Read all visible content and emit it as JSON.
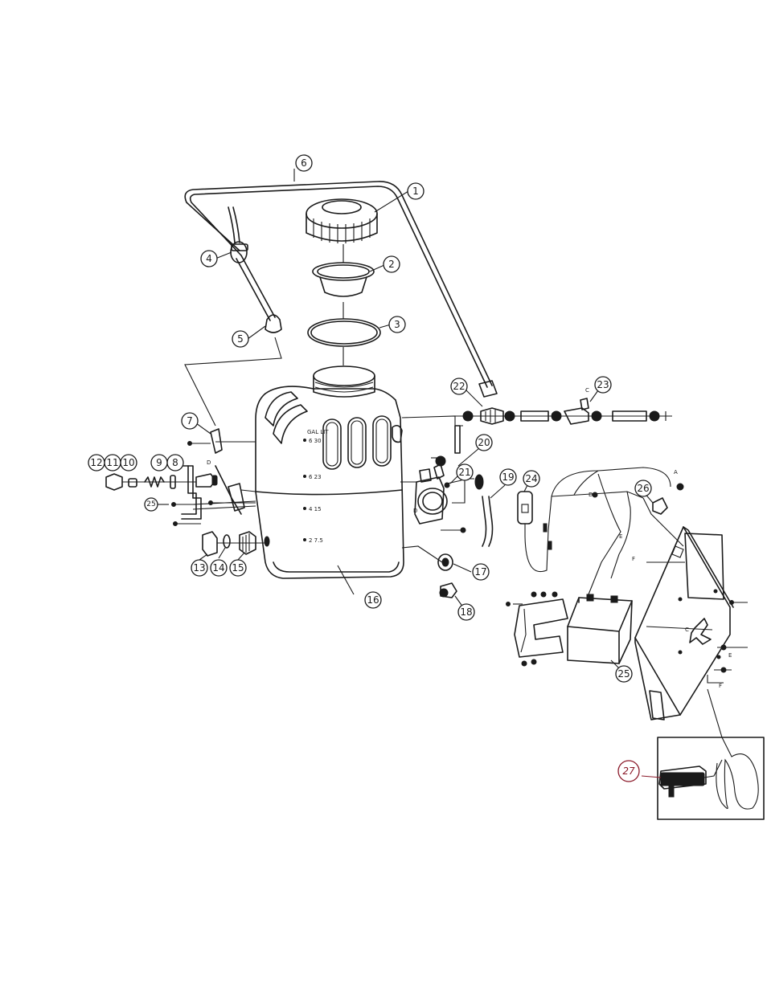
{
  "callouts": {
    "c1": "1",
    "c2": "2",
    "c3": "3",
    "c4": "4",
    "c5": "5",
    "c6": "6",
    "c7": "7",
    "c8": "8",
    "c9": "9",
    "c10": "10",
    "c11": "11",
    "c12": "12",
    "c13": "13",
    "c14": "14",
    "c15": "15",
    "c16": "16",
    "c17": "17",
    "c18": "18",
    "c19": "19",
    "c20": "20",
    "c21": "21",
    "c22": "22",
    "c23": "23",
    "c24": "24",
    "c25": "25",
    "c25b": "25",
    "c26": "26",
    "c27": "27"
  },
  "tank_scale": {
    "header": "GAL LIT",
    "row1": "6 30",
    "row2": "6 23",
    "row3": "4 15",
    "row4": "2 7.5"
  },
  "letters": {
    "A": "A",
    "C_top": "C",
    "C_mid": "C",
    "D_left": "D",
    "D_pump": "D",
    "D_wire": "D",
    "E_wire": "E",
    "E_right": "E",
    "F_wire": "F",
    "F_right": "F"
  },
  "colors": {
    "line": "#1a1a1a",
    "accent_callout": "#8b1a2a"
  }
}
